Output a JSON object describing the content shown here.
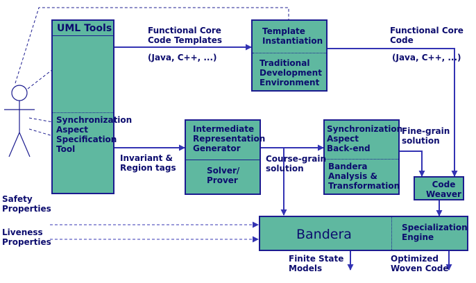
{
  "uml_tools": {
    "title": "UML Tools",
    "sync_tool": "Synchronization\nAspect\nSpecification\nTool"
  },
  "template_box": {
    "top": "Template\nInstantiation",
    "bottom": "Traditional\nDevelopment\nEnvironment"
  },
  "irg_box": {
    "top": "Intermediate\nRepresentation\nGenerator",
    "bottom": "Solver/\nProver"
  },
  "sync_backend_box": {
    "top": "Synchronization\nAspect\nBack-end",
    "bottom": "Bandera\nAnalysis &\nTransformation"
  },
  "code_weaver": "Code\nWeaver",
  "bandera_box": {
    "title": "Bandera",
    "specialization": "Specialization\nEngine"
  },
  "labels": {
    "functional_core_templates": "Functional Core\nCode Templates",
    "templates_langs": "(Java, C++, ...)",
    "functional_core_code": "Functional Core\nCode",
    "code_langs": "(Java, C++, ...)",
    "invariant_region": "Invariant &\nRegion tags",
    "course_grain": "Course-grain\nsolution",
    "fine_grain": "Fine-grain\nsolution",
    "safety": "Safety\nProperties",
    "liveness": "Liveness\nProperties",
    "finite_state": "Finite State\nModels",
    "optimized_woven": "Optimized\nWoven Code"
  },
  "colors": {
    "box_fill": "#5fb8a0",
    "box_border": "#1b1b8f",
    "arrow": "#3333b3",
    "text": "#0c0c6e"
  }
}
